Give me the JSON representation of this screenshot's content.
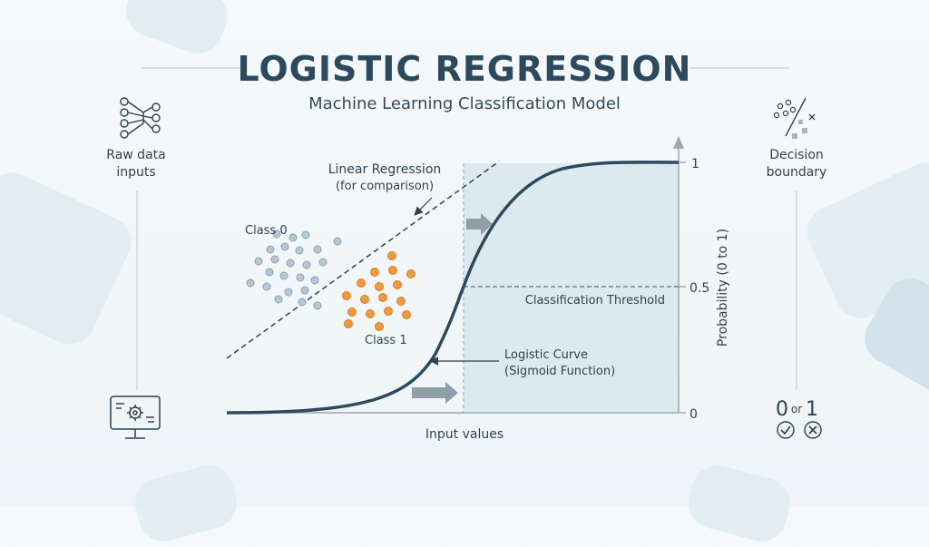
{
  "title": "LOGISTIC REGRESSION",
  "subtitle": "Machine Learning Classification Model",
  "left_panel": {
    "top_label_line1": "Raw data",
    "top_label_line2": "inputs",
    "top_icon": "neural-network-icon",
    "bottom_icon": "monitor-gear-icon"
  },
  "right_panel": {
    "top_label_line1": "Decision",
    "top_label_line2": "boundary",
    "top_icon": "scatter-boundary-icon",
    "output_main_left": "0",
    "output_or": "or",
    "output_main_right": "1",
    "check_icon": "check-circle-icon",
    "cross_icon": "x-circle-icon"
  },
  "labels": {
    "linear_regression_line1": "Linear Regression",
    "linear_regression_line2": "(for comparison)",
    "class0": "Class 0",
    "class1": "Class 1",
    "threshold": "Classification Threshold",
    "logistic_line1": "Logistic Curve",
    "logistic_line2": "(Sigmoid Function)",
    "xlabel": "Input values",
    "ylabel": "Probability (0 to 1)",
    "tick_1": "1",
    "tick_05": "0.5",
    "tick_0": "0"
  },
  "colors": {
    "accent_dark": "#2c4a5e",
    "class0": "#b4c8d6",
    "class1": "#ef9a3f",
    "shade": "#d4e6ec",
    "arrow": "#8f9ea8"
  }
}
